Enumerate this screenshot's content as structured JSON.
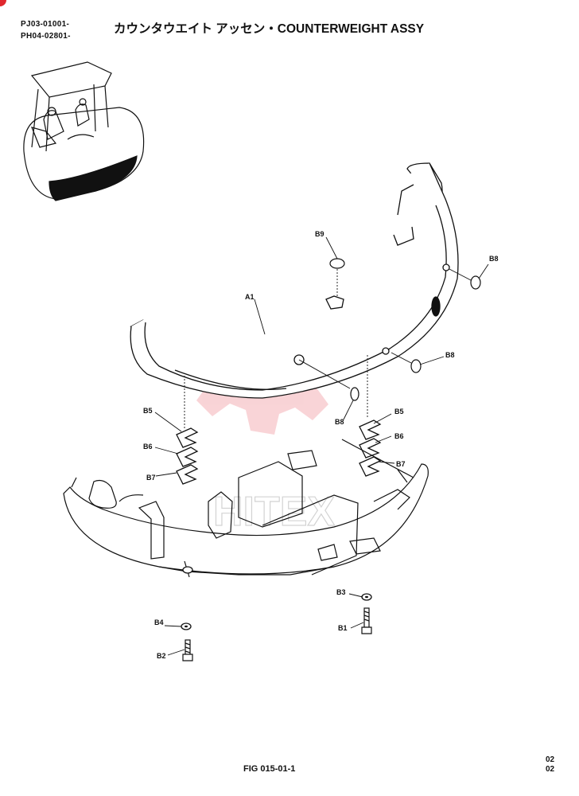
{
  "header": {
    "serial_1": "PJ03-01001-",
    "serial_2": "PH04-02801-",
    "title": "カウンタウエイト アッセン・COUNTERWEIGHT ASSY"
  },
  "callouts": {
    "a1": "A1",
    "b1": "B1",
    "b2": "B2",
    "b3": "B3",
    "b4": "B4",
    "b5_left": "B5",
    "b5_right": "B5",
    "b6_left": "B6",
    "b6_right": "B6",
    "b7_left": "B7",
    "b7_right": "B7",
    "b8_right_top": "B8",
    "b8_right_mid": "B8",
    "b8_center": "B8",
    "b9": "B9"
  },
  "footer": {
    "figure": "FIG 015-01-1",
    "page_1": "02",
    "page_2": "02"
  },
  "watermark": {
    "text": "HITEX",
    "color": "#e8646e"
  },
  "colors": {
    "line": "#111111",
    "accent": "#e0282e"
  }
}
